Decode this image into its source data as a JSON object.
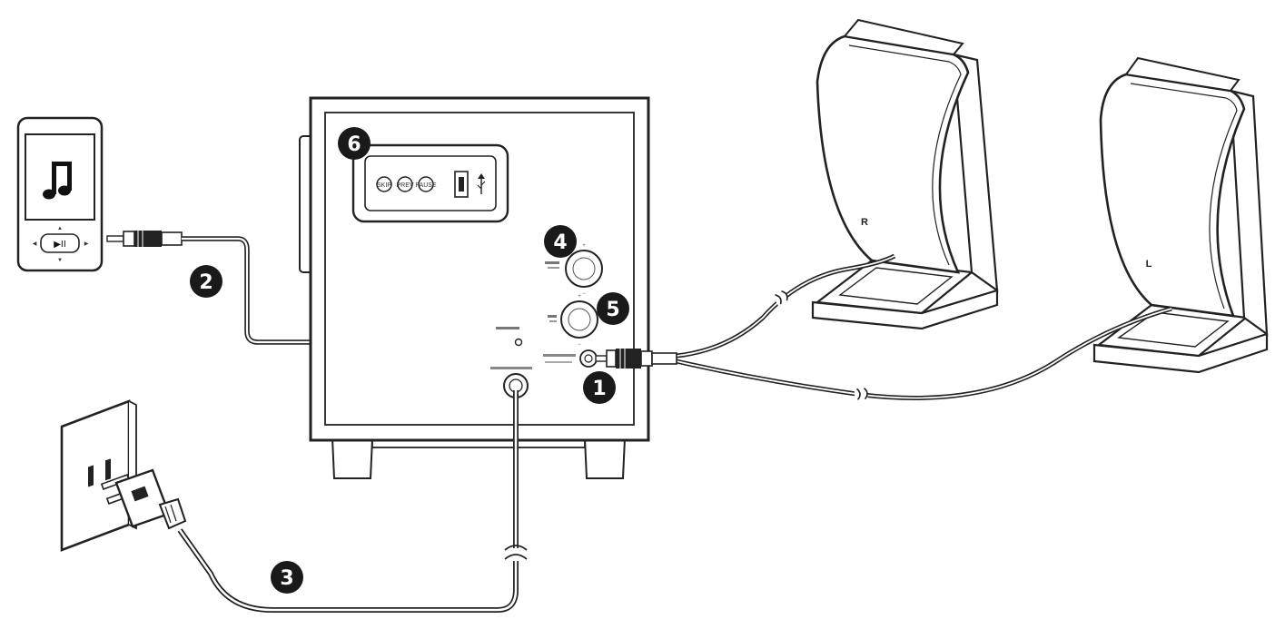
{
  "callouts": {
    "c1": "1",
    "c2": "2",
    "c3": "3",
    "c4": "4",
    "c5": "5",
    "c6": "6"
  },
  "speakers": {
    "right_label": "R",
    "left_label": "L"
  },
  "player": {
    "play_label": "▶II"
  },
  "panel_buttons": [
    "SKIP",
    "PREV",
    "PAUSE"
  ],
  "icons": {
    "player": "music-note-icon",
    "usb": "usb-icon",
    "outlet": "wall-socket-icon",
    "plug": "power-plug-icon"
  },
  "colors": {
    "line": "#222222",
    "badge": "#1a1a1a",
    "background": "#ffffff"
  }
}
